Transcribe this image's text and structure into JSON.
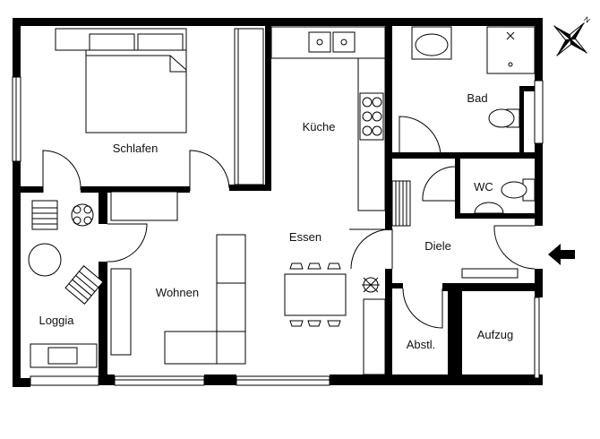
{
  "rooms": {
    "schlafen": "Schlafen",
    "kueche": "Küche",
    "bad": "Bad",
    "wc": "WC",
    "essen": "Essen",
    "diele": "Diele",
    "wohnen": "Wohnen",
    "loggia": "Loggia",
    "abstl": "Abstl.",
    "aufzug": "Aufzug"
  },
  "compass": {
    "letter": "N"
  },
  "entrance_arrow": "left"
}
